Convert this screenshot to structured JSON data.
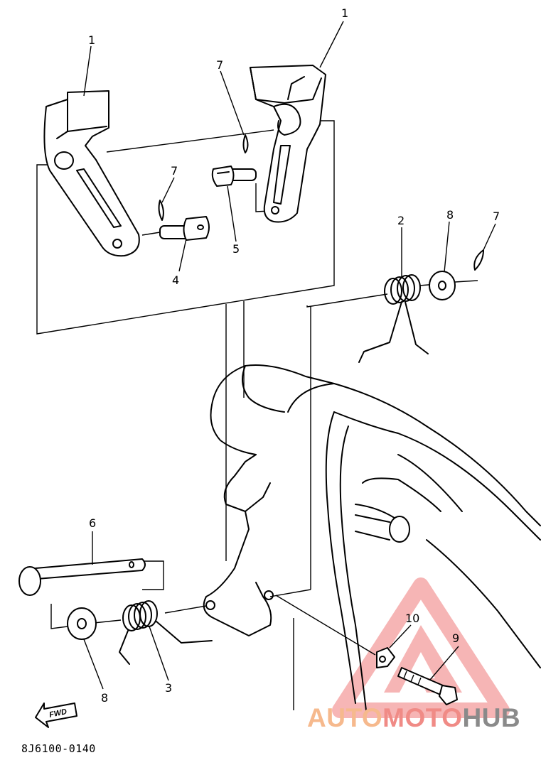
{
  "diagram": {
    "code": "8J6100-0140",
    "direction_label": "FWD",
    "part_labels": [
      "1",
      "1",
      "7",
      "7",
      "7",
      "2",
      "8",
      "4",
      "5",
      "6",
      "3",
      "8",
      "10",
      "9"
    ]
  },
  "watermark": {
    "parts": [
      "AUTO",
      "MOTO",
      "HUB"
    ],
    "colors": [
      "#f6b98d",
      "#f08b86",
      "#8a8a8a"
    ],
    "logo": "red-triangle-a-logo"
  }
}
